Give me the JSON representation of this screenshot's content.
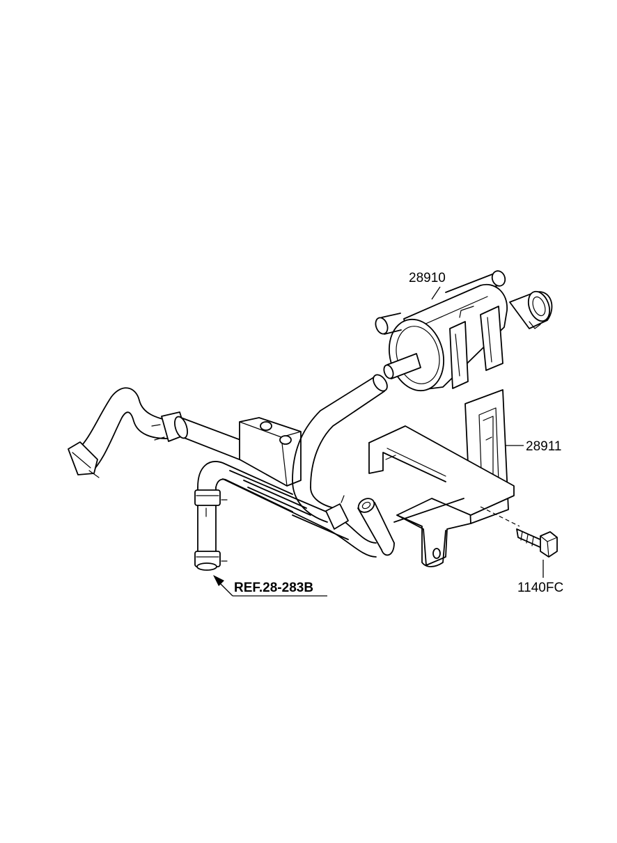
{
  "labels": {
    "canister_purge_valve": "28910",
    "bracket": "28911",
    "bolt": "1140FC",
    "reference": "REF.28-283B"
  }
}
